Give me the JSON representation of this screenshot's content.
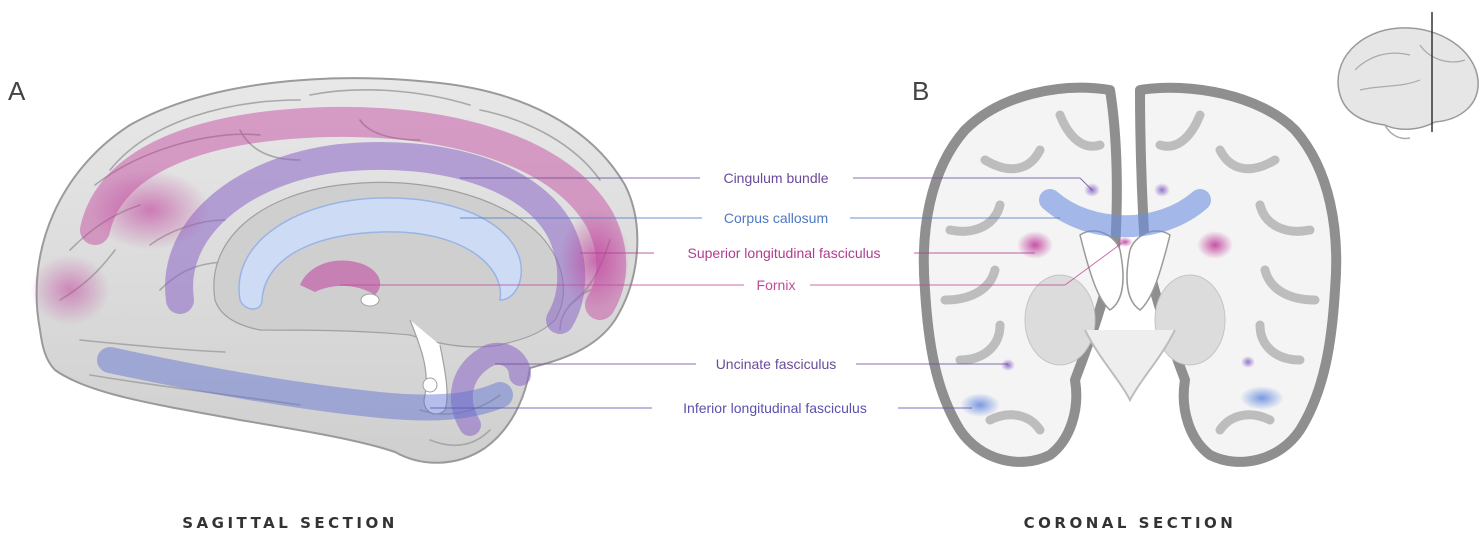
{
  "panels": {
    "a": {
      "letter": "A",
      "title": "SAGITTAL SECTION"
    },
    "b": {
      "letter": "B",
      "title": "CORONAL SECTION"
    }
  },
  "tracts": [
    {
      "key": "cingulum",
      "label": "Cingulum bundle",
      "color": "#6a4a9a"
    },
    {
      "key": "corpus",
      "label": "Corpus callosum",
      "color": "#4f78c4"
    },
    {
      "key": "slf",
      "label": "Superior longitudinal fasciculus",
      "color": "#b03d8d"
    },
    {
      "key": "fornix",
      "label": "Fornix",
      "color": "#c04a9a"
    },
    {
      "key": "uncinate",
      "label": "Uncinate fasciculus",
      "color": "#6a4a9a"
    },
    {
      "key": "ilf",
      "label": "Inferior longitudinal fasciculus",
      "color": "#5a50b0"
    }
  ],
  "colors": {
    "cortex": "#d6d6d6",
    "cortex_outline": "#8f8f8f",
    "white_matter": "#f4f4f4",
    "magenta": "#c0409c",
    "blue": "#6c8fe0",
    "purple": "#8a66c6"
  }
}
